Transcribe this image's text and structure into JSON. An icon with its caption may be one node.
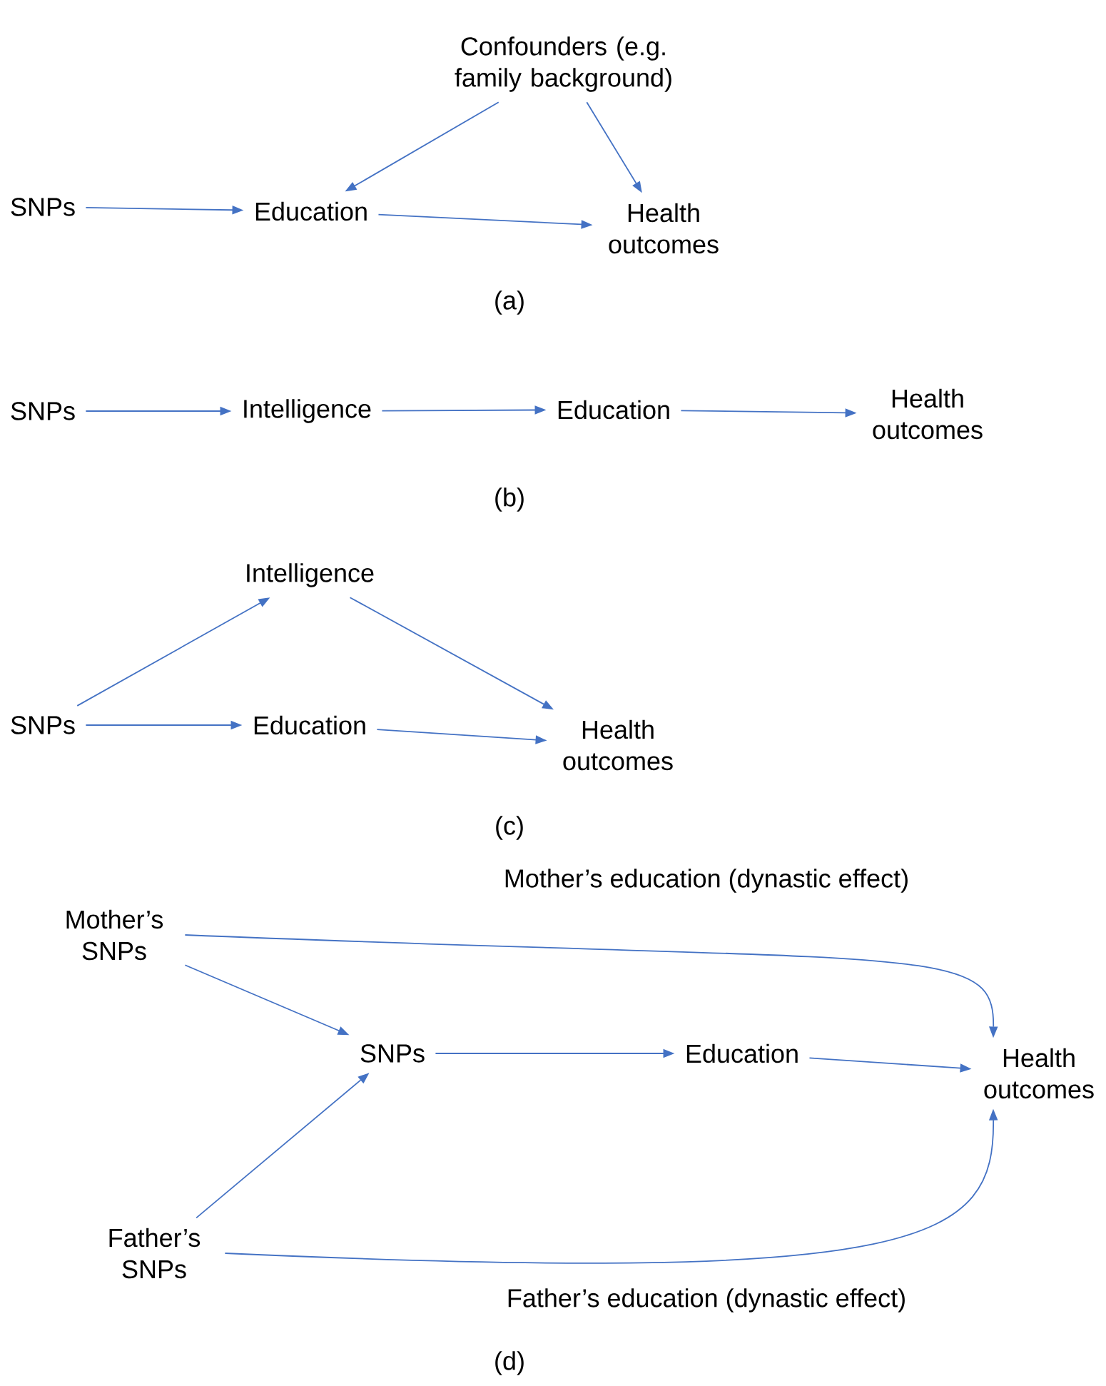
{
  "diagram": {
    "nodes": [
      {
        "text": [
          "Confounders (e.g. family background)"
        ]
      },
      {
        "text": [
          "SNPs"
        ]
      },
      {
        "text": [
          "Education"
        ]
      },
      {
        "text": [
          "Health outcomes"
        ]
      },
      {
        "text": [
          "SNPs"
        ]
      },
      {
        "text": [
          "Intelligence"
        ]
      },
      {
        "text": [
          "Education"
        ]
      },
      {
        "text": [
          "Health outcomes"
        ]
      },
      {
        "text": [
          "Intelligence"
        ]
      },
      {
        "text": [
          "SNPs"
        ]
      },
      {
        "text": [
          "Education"
        ]
      },
      {
        "text": [
          "Health outcomes"
        ]
      },
      {
        "text": [
          "Mother’s SNPs"
        ]
      },
      {
        "text": [
          "SNPs"
        ]
      },
      {
        "text": [
          "Education"
        ]
      },
      {
        "text": [
          "Health outcomes"
        ]
      },
      {
        "text": [
          "Father’s SNPs"
        ]
      }
    ],
    "edges": [
      {
        "from": 0,
        "to": 2,
        "arrow": "to"
      },
      {
        "from": 0,
        "to": 3,
        "arrow": "to"
      },
      {
        "from": 1,
        "to": 2,
        "arrow": "to"
      },
      {
        "from": 2,
        "to": 3,
        "arrow": "to"
      },
      {
        "from": 4,
        "to": 5,
        "arrow": "to"
      },
      {
        "from": 5,
        "to": 6,
        "arrow": "to"
      },
      {
        "from": 6,
        "to": 7,
        "arrow": "to"
      },
      {
        "from": 9,
        "to": 8,
        "arrow": "to"
      },
      {
        "from": 8,
        "to": 11,
        "arrow": "to"
      },
      {
        "from": 9,
        "to": 10,
        "arrow": "to"
      },
      {
        "from": 10,
        "to": 11,
        "arrow": "to"
      },
      {
        "from": 12,
        "to": 13,
        "arrow": "to"
      },
      {
        "from": 16,
        "to": 13,
        "arrow": "to"
      },
      {
        "from": 13,
        "to": 14,
        "arrow": "to"
      },
      {
        "from": 14,
        "to": 15,
        "arrow": "to"
      },
      {
        "from": 12,
        "to": 15,
        "arrow": "to",
        "label": "Mother’s education (dynastic effect)"
      },
      {
        "from": 16,
        "to": 15,
        "arrow": "to",
        "label": "Father’s education (dynastic effect)"
      }
    ],
    "labels": [
      "(a)",
      "(b)",
      "(c)",
      "(d)"
    ]
  }
}
